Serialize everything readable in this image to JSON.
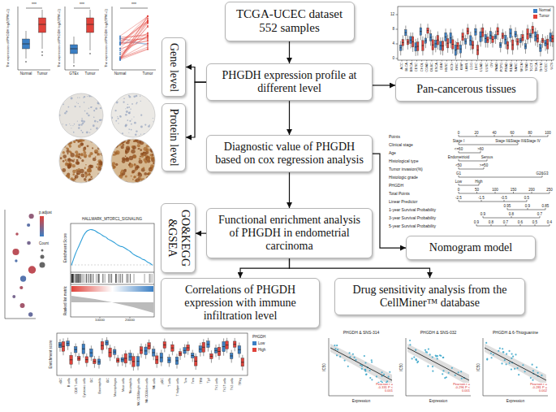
{
  "diagram": {
    "nodes": [
      {
        "text": [
          "TCGA-UCEC dataset 552 samples"
        ]
      },
      {
        "text": [
          "PHGDH expression profile at different level"
        ]
      },
      {
        "text": [
          "Gene level"
        ]
      },
      {
        "text": [
          "Protein level"
        ]
      },
      {
        "text": [
          "Pan-cancerous tissues"
        ]
      },
      {
        "text": [
          "Diagnostic value of PHGDH based on cox regression analysis"
        ]
      },
      {
        "text": [
          "Nomogram model"
        ]
      },
      {
        "text": [
          "Functional enrichment analysis of PHGDH in endometrial carcinoma"
        ]
      },
      {
        "text": [
          "GO&KEGG &GSEA"
        ]
      },
      {
        "text": [
          "Correlations of PHGDH expression with immune infiltration level"
        ]
      },
      {
        "text": [
          "Drug sensitivity analysis from the CellMiner™ database"
        ]
      }
    ],
    "edges": [
      {
        "from": 0,
        "to": 1,
        "arrow": "to"
      },
      {
        "from": 1,
        "to": 2,
        "arrow": "to"
      },
      {
        "from": 1,
        "to": 3,
        "arrow": "to"
      },
      {
        "from": 1,
        "to": 4,
        "arrow": "to"
      },
      {
        "from": 1,
        "to": 5,
        "arrow": "to"
      },
      {
        "from": 5,
        "to": 6,
        "arrow": "to"
      },
      {
        "from": 5,
        "to": 7,
        "arrow": "to"
      },
      {
        "from": 7,
        "to": 8,
        "arrow": "to"
      },
      {
        "from": 7,
        "to": 9,
        "arrow": "to"
      },
      {
        "from": 7,
        "to": 10,
        "arrow": "to"
      }
    ],
    "labels": [
      "***",
      "The expression of PHGDH log2(TPM+1)",
      "Normal",
      "Tumor",
      "***",
      "The expression of PHGDH log2(TPM+1)",
      "GTEx",
      "Tumor",
      "***",
      "The expression of PHGDH log2(TPM+1)",
      "Normal",
      "Tumor",
      "12",
      "8",
      "4",
      "0",
      "ACC",
      "BLCA",
      "BRCA",
      "CESC",
      "CHOL",
      "COAD",
      "DLBC",
      "ESCA",
      "GBM",
      "HNSC",
      "KICH",
      "KIRC",
      "KIRP",
      "LAML",
      "LGG",
      "LIHC",
      "LUAD",
      "LUSC",
      "OV",
      "PAAD",
      "PCPG",
      "PRAD",
      "READ",
      "SARC",
      "SKCM",
      "STAD",
      "TGCT",
      "THCA",
      "THYM",
      "UCEC",
      "UCS",
      "p.adjust",
      "Count",
      "HALLMARK_MTORC1_SIGNALING",
      "Enrichment Score",
      "Ranked list metric",
      "10000",
      "20000",
      "Points",
      "Clinical stage",
      "Age",
      "Histological type",
      "Tumor invasion(%)",
      "Histologic grade",
      "PHGDH",
      "Total Points",
      "Linear Predictor",
      "1-year Survival Probability",
      "3-year Survival Probability",
      "5-year Survival Probability",
      "0",
      "20",
      "40",
      "60",
      "80",
      "100",
      "Stage I",
      "Stage II&Stage III&Stage IV",
      "<=60",
      ">60",
      "Endometrioid",
      "Serous",
      "<50",
      ">=50",
      "G1",
      "G2&G3",
      "Low",
      "High",
      "0",
      "50",
      "100",
      "150",
      "200",
      "250",
      "-2.5",
      "-1.5",
      "-0.5",
      "0.5",
      "0.95",
      "0.9",
      "0.85",
      "0.9",
      "0.8",
      "0.7",
      "0.9",
      "0.8",
      "0.7",
      "0.6",
      "0.5",
      "0.4",
      "Enrichment score",
      "PHGDH",
      "aDC",
      "B cells",
      "CD8 T cells",
      "Cytotoxic cells",
      "DC",
      "Eosinophils",
      "iDC",
      "Macrophages",
      "Mast cells",
      "Neutrophils",
      "NK CD56bright cells",
      "NK CD56dim cells",
      "NK cells",
      "pDC",
      "T cells",
      "T helper cells",
      "Tcm",
      "Tem",
      "TFH",
      "Tgd",
      "Th1 cells",
      "Th17 cells",
      "Th2 cells",
      "TReg",
      "PHGDH & SNS-314",
      "IC50",
      "Expression",
      "Pearson r = -0.331 P < 0.001",
      "PHGDH & SNS-032",
      "IC50",
      "Expression",
      "Pearson r = -0.296 P < 0.001",
      "PHGDH & 6-Thioguanine",
      "IC50",
      "Expression",
      "Pearson r = -0.281 P = 0.002"
    ],
    "legend": [
      {
        "text": "Normal",
        "color": "#3b7fc4"
      },
      {
        "text": "Tumor",
        "color": "#e0423a"
      },
      {
        "text": "Low",
        "color": "#3b7fc4"
      },
      {
        "text": "High",
        "color": "#e0423a"
      }
    ]
  }
}
